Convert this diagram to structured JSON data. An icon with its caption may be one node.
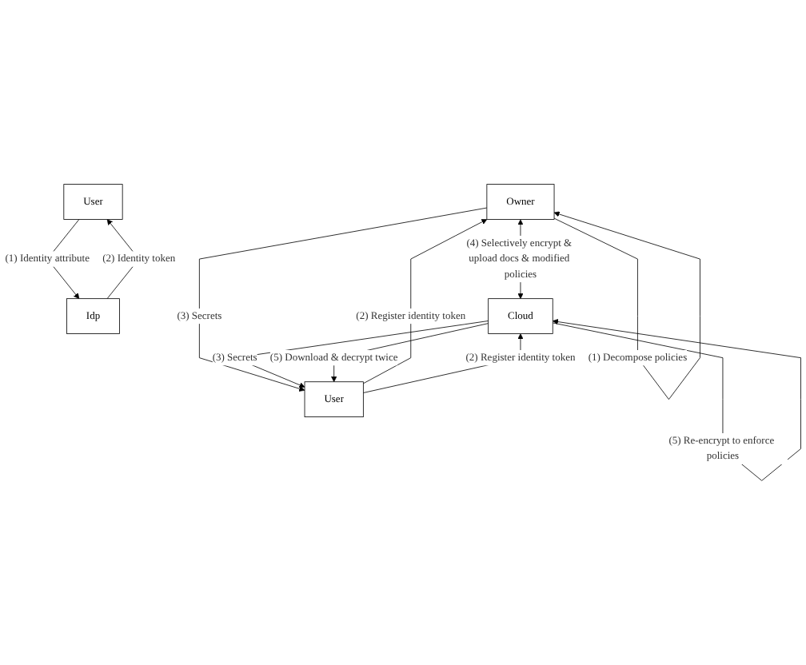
{
  "diagram": {
    "nodes": [
      {
        "text": [
          "User"
        ]
      },
      {
        "text": [
          "Idp"
        ]
      },
      {
        "text": [
          "Owner"
        ]
      },
      {
        "text": [
          "Cloud"
        ]
      },
      {
        "text": [
          "User"
        ]
      }
    ],
    "edges": [
      {
        "from": 0,
        "to": 1,
        "arrow": "to",
        "label": "(1) Identity attribute"
      },
      {
        "from": 1,
        "to": 0,
        "arrow": "to",
        "label": "(2) Identity token"
      },
      {
        "from": 2,
        "to": 2,
        "arrow": "to",
        "label": "(1) Decompose policies"
      },
      {
        "from": 3,
        "to": 3,
        "arrow": "to",
        "label": "(5) Re-encrypt to enforce policies"
      },
      {
        "from": 2,
        "to": 3,
        "arrow": "both",
        "label": "(4) Selectively encrypt & upload docs & modified policies"
      },
      {
        "from": 4,
        "to": 2,
        "arrow": "to",
        "label": "(2) Register identity token"
      },
      {
        "from": 2,
        "to": 4,
        "arrow": "to",
        "label": "(3) Secrets"
      },
      {
        "from": 4,
        "to": 3,
        "arrow": "to",
        "label": "(2) Register identity token"
      },
      {
        "from": 3,
        "to": 4,
        "arrow": "to",
        "label": "(3) Secrets"
      },
      {
        "from": 3,
        "to": 4,
        "arrow": "to",
        "label": "(5) Download & decrypt twice"
      }
    ]
  }
}
